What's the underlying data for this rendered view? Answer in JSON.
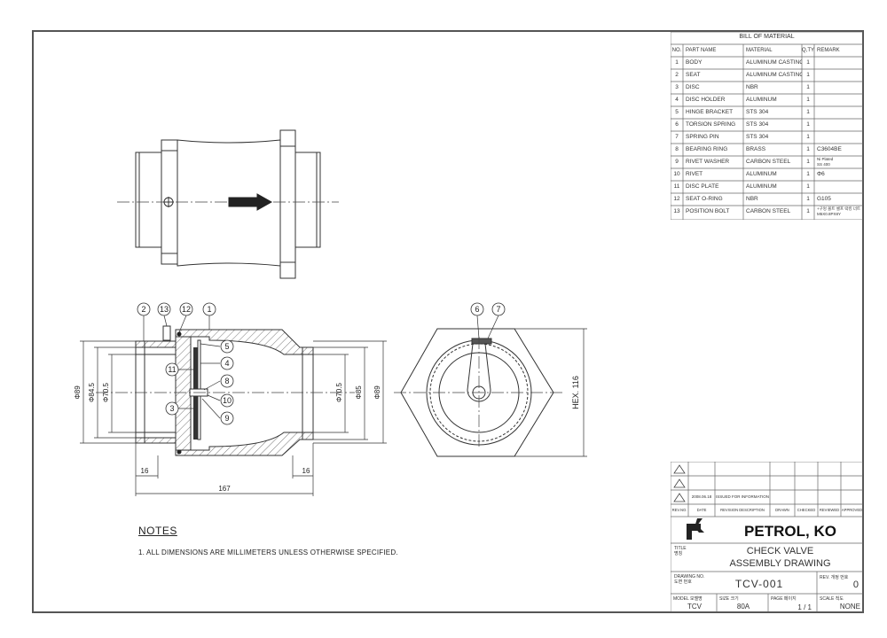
{
  "bom": {
    "title": "BILL OF MATERIAL",
    "headers": [
      "NO.",
      "PART NAME",
      "MATERIAL",
      "Q,TY",
      "REMARK"
    ],
    "rows": [
      [
        "1",
        "BODY",
        "ALUMINUM CASTING",
        "1",
        ""
      ],
      [
        "2",
        "SEAT",
        "ALUMINUM CASTING",
        "1",
        ""
      ],
      [
        "3",
        "DISC",
        "NBR",
        "1",
        ""
      ],
      [
        "4",
        "DISC HOLDER",
        "ALUMINUM",
        "1",
        ""
      ],
      [
        "5",
        "HINGE BRACKET",
        "STS 304",
        "1",
        ""
      ],
      [
        "6",
        "TORSION SPRING",
        "STS 304",
        "1",
        ""
      ],
      [
        "7",
        "SPRING PIN",
        "STS 304",
        "1",
        ""
      ],
      [
        "8",
        "BEARING RING",
        "BRASS",
        "1",
        "C3604BE"
      ],
      [
        "9",
        "RIVET WASHER",
        "CARBON STEEL",
        "1",
        "Ni Plated\nSS 400"
      ],
      [
        "10",
        "RIVET",
        "ALUMINUM",
        "1",
        "Φ6"
      ],
      [
        "11",
        "DISC PLATE",
        "ALUMINUM",
        "1",
        ""
      ],
      [
        "12",
        "SEAT O-RING",
        "NBR",
        "1",
        "G105"
      ],
      [
        "13",
        "POSITION BOLT",
        "CARBON STEEL",
        "1",
        "+구멍 볼트 셀프 락킹 너트\nM5X0.8PX8Y"
      ]
    ]
  },
  "revisions": {
    "rows": [
      [
        "",
        "",
        "",
        "",
        "",
        "",
        ""
      ],
      [
        "",
        "",
        "",
        "",
        "",
        "",
        ""
      ],
      [
        "",
        "2008.06.18",
        "ISSUED FOR INFORMATION",
        "",
        "",
        "",
        ""
      ]
    ],
    "headers": [
      "REV.NO.",
      "DATE",
      "REVISION DESCRIPTION",
      "DRAWN",
      "CHECKED",
      "REVIEWED",
      "APPROVED"
    ]
  },
  "title_block": {
    "company": "PETROL, KO",
    "title_label": "TITLE\n명칭",
    "title_line1": "CHECK VALVE",
    "title_line2": "ASSEMBLY DRAWING",
    "drawing_no_label": "DRAWING NO.\n도면 번호",
    "drawing_no": "TCV-001",
    "rev_label": "REV. 개정 번호",
    "rev": "0",
    "model_label": "MODEL 모델명",
    "model": "TCV",
    "size_label": "SIZE 크기",
    "size": "80A",
    "page_label": "PAGE 페이지",
    "page": "1 / 1",
    "scale_label": "SCALE 척도",
    "scale": "NONE"
  },
  "section_view": {
    "balloons": [
      "2",
      "13",
      "12",
      "1",
      "5",
      "4",
      "11",
      "8",
      "10",
      "3",
      "9"
    ],
    "dims": {
      "d89_left": "Φ89",
      "d84_5": "Φ84.5",
      "d70_5_left": "Φ70.5",
      "d70_5_right": "Φ70.5",
      "d85": "Φ85",
      "d89_right": "Φ89",
      "w16_left": "16",
      "w16_right": "16",
      "w167": "167"
    }
  },
  "end_view": {
    "balloons": [
      "6",
      "7"
    ],
    "hex_dim": "HEX. 116"
  },
  "notes": {
    "title": "NOTES",
    "items": [
      "1. ALL DIMENSIONS ARE MILLIMETERS UNLESS OTHERWISE SPECIFIED."
    ]
  }
}
